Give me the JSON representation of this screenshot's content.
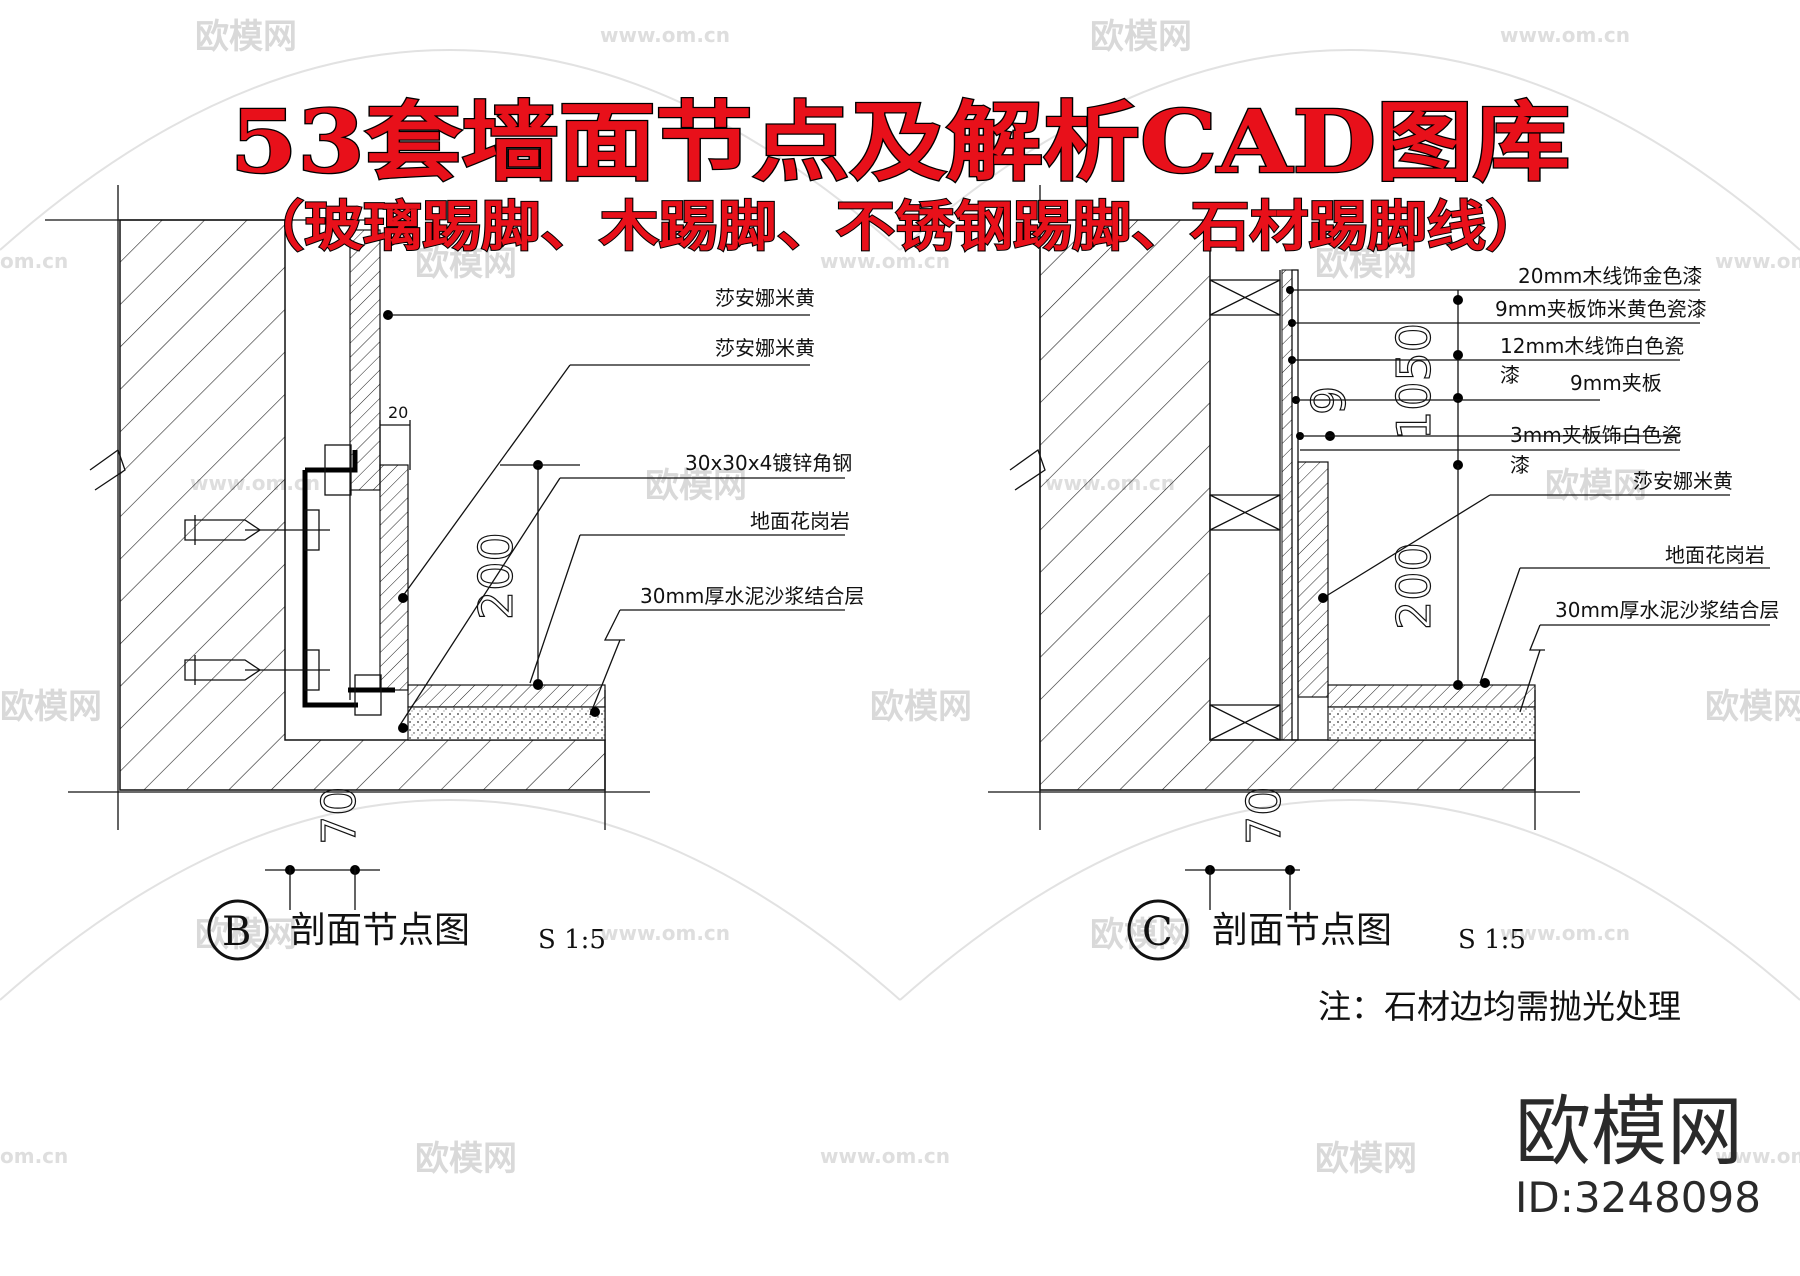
{
  "title": {
    "main": "53套墙面节点及解析CAD图库",
    "sub": "（玻璃踢脚、木踢脚、不锈钢踢脚、石材踢脚线）"
  },
  "left_drawing": {
    "labels": [
      "莎安娜米黄",
      "莎安娜米黄",
      "30x30x4镀锌角钢",
      "地面花岗岩",
      "30mm厚水泥沙浆结合层"
    ],
    "dim_small": "20",
    "dim_height": "200",
    "dim_bottom": "70",
    "caption_letter": "B",
    "caption": "剖面节点图",
    "scale": "S 1:5"
  },
  "right_drawing": {
    "labels": [
      "20mm木线饰金色漆",
      "9mm夹板饰米黄色瓷漆",
      "12mm木线饰白色瓷",
      "漆",
      "9mm夹板",
      "3mm夹板饰白色瓷",
      "漆",
      "莎安娜米黄",
      "地面花岗岩",
      "30mm厚水泥沙浆结合层"
    ],
    "dim_top": "1050",
    "dim_small": "9",
    "dim_height": "200",
    "dim_bottom": "70",
    "caption_letter": "C",
    "caption": "剖面节点图",
    "scale": "S 1:5"
  },
  "note": "注：石材边均需抛光处理",
  "brand": {
    "name": "欧模网",
    "id": "ID:3248098"
  },
  "watermark": {
    "text": "欧模网",
    "url": "www.om.cn",
    "url_short": "om.cn"
  },
  "colors": {
    "title_red": "#e8101a",
    "line": "#111111",
    "watermark": "#d9d9d9"
  }
}
